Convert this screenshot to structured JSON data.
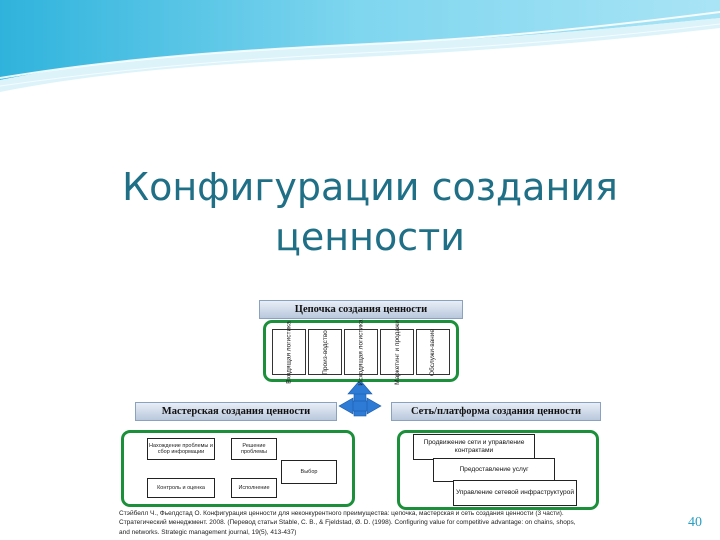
{
  "slide": {
    "title": "Конфигурации создания ценности",
    "page_number": "40"
  },
  "diagram": {
    "chain_header": "Цепочка создания ценности",
    "chain_cells": [
      "Входящая логистика",
      "Произ-водство",
      "Исходящая логистика",
      "Маркетинг и продажи",
      "Обслужи-вание"
    ],
    "shop_header": "Мастерская создания ценности",
    "shop_boxes": {
      "problem": "Нахождение проблемы и сбор информации",
      "solution": "Решение проблемы",
      "choice": "Выбор",
      "control": "Контроль и оценка",
      "execution": "Исполнение"
    },
    "network_header": "Сеть/платформа создания ценности",
    "network_boxes": [
      "Продвижение сети и управление контрактами",
      "Предоставление услуг",
      "Управление сетевой инфраструктурой"
    ],
    "reference": [
      "Стэйбелл Ч., Фьелдстад О. Конфигурация ценности для неконкурентного преимущества: цепочка, мастерская и сеть создания ценности (3 части).",
      "Стратегический менеджмент. 2008. (Перевод статьи Stable, C. B., & Fjeldstad, Ø. D. (1998). Configuring value for competitive advantage: on chains, shops,",
      "and networks. Strategic management journal, 19(5), 413-437)"
    ]
  },
  "colors": {
    "title": "#1f6f86",
    "green_frame": "#1b8f3a",
    "arrow_blue": "#2e7bd6",
    "wave": "#5cc8e8"
  }
}
